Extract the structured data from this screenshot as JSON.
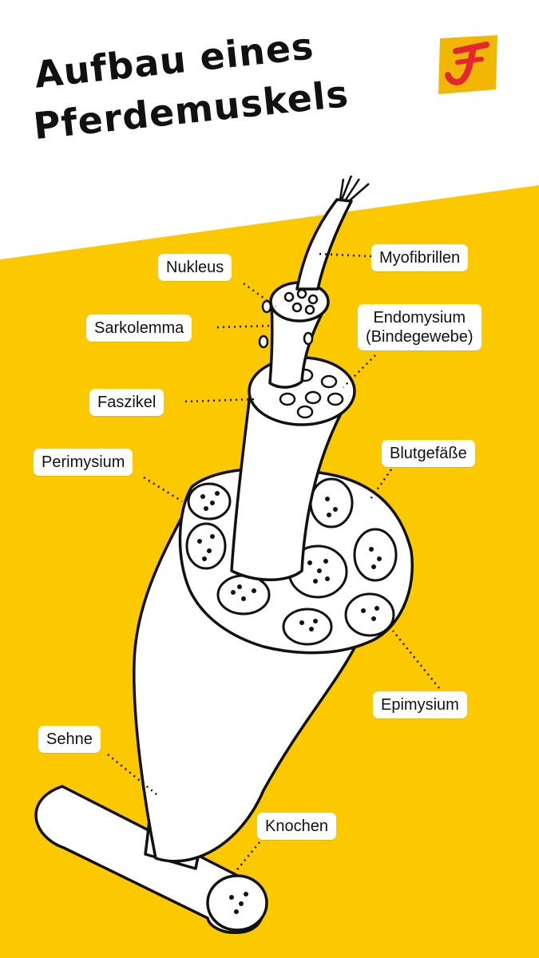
{
  "title": {
    "line1": "Aufbau eines",
    "line2": "Pferdemuskels"
  },
  "logo": {
    "icon": "j-letter-logo-icon",
    "background": "#f2b705",
    "letter_color": "#e3262f"
  },
  "colors": {
    "accent_yellow": "#fcc800",
    "ink": "#111111",
    "paper": "#ffffff"
  },
  "labels": {
    "myofibrillen": "Myofibrillen",
    "nukleus": "Nukleus",
    "sarkolemma": "Sarkolemma",
    "endomysium_line1": "Endomysium",
    "endomysium_line2": "(Bindegewebe)",
    "faszikel": "Faszikel",
    "perimysium": "Perimysium",
    "blutgefaesse": "Blutgefäße",
    "epimysium": "Epimysium",
    "sehne": "Sehne",
    "knochen": "Knochen"
  }
}
